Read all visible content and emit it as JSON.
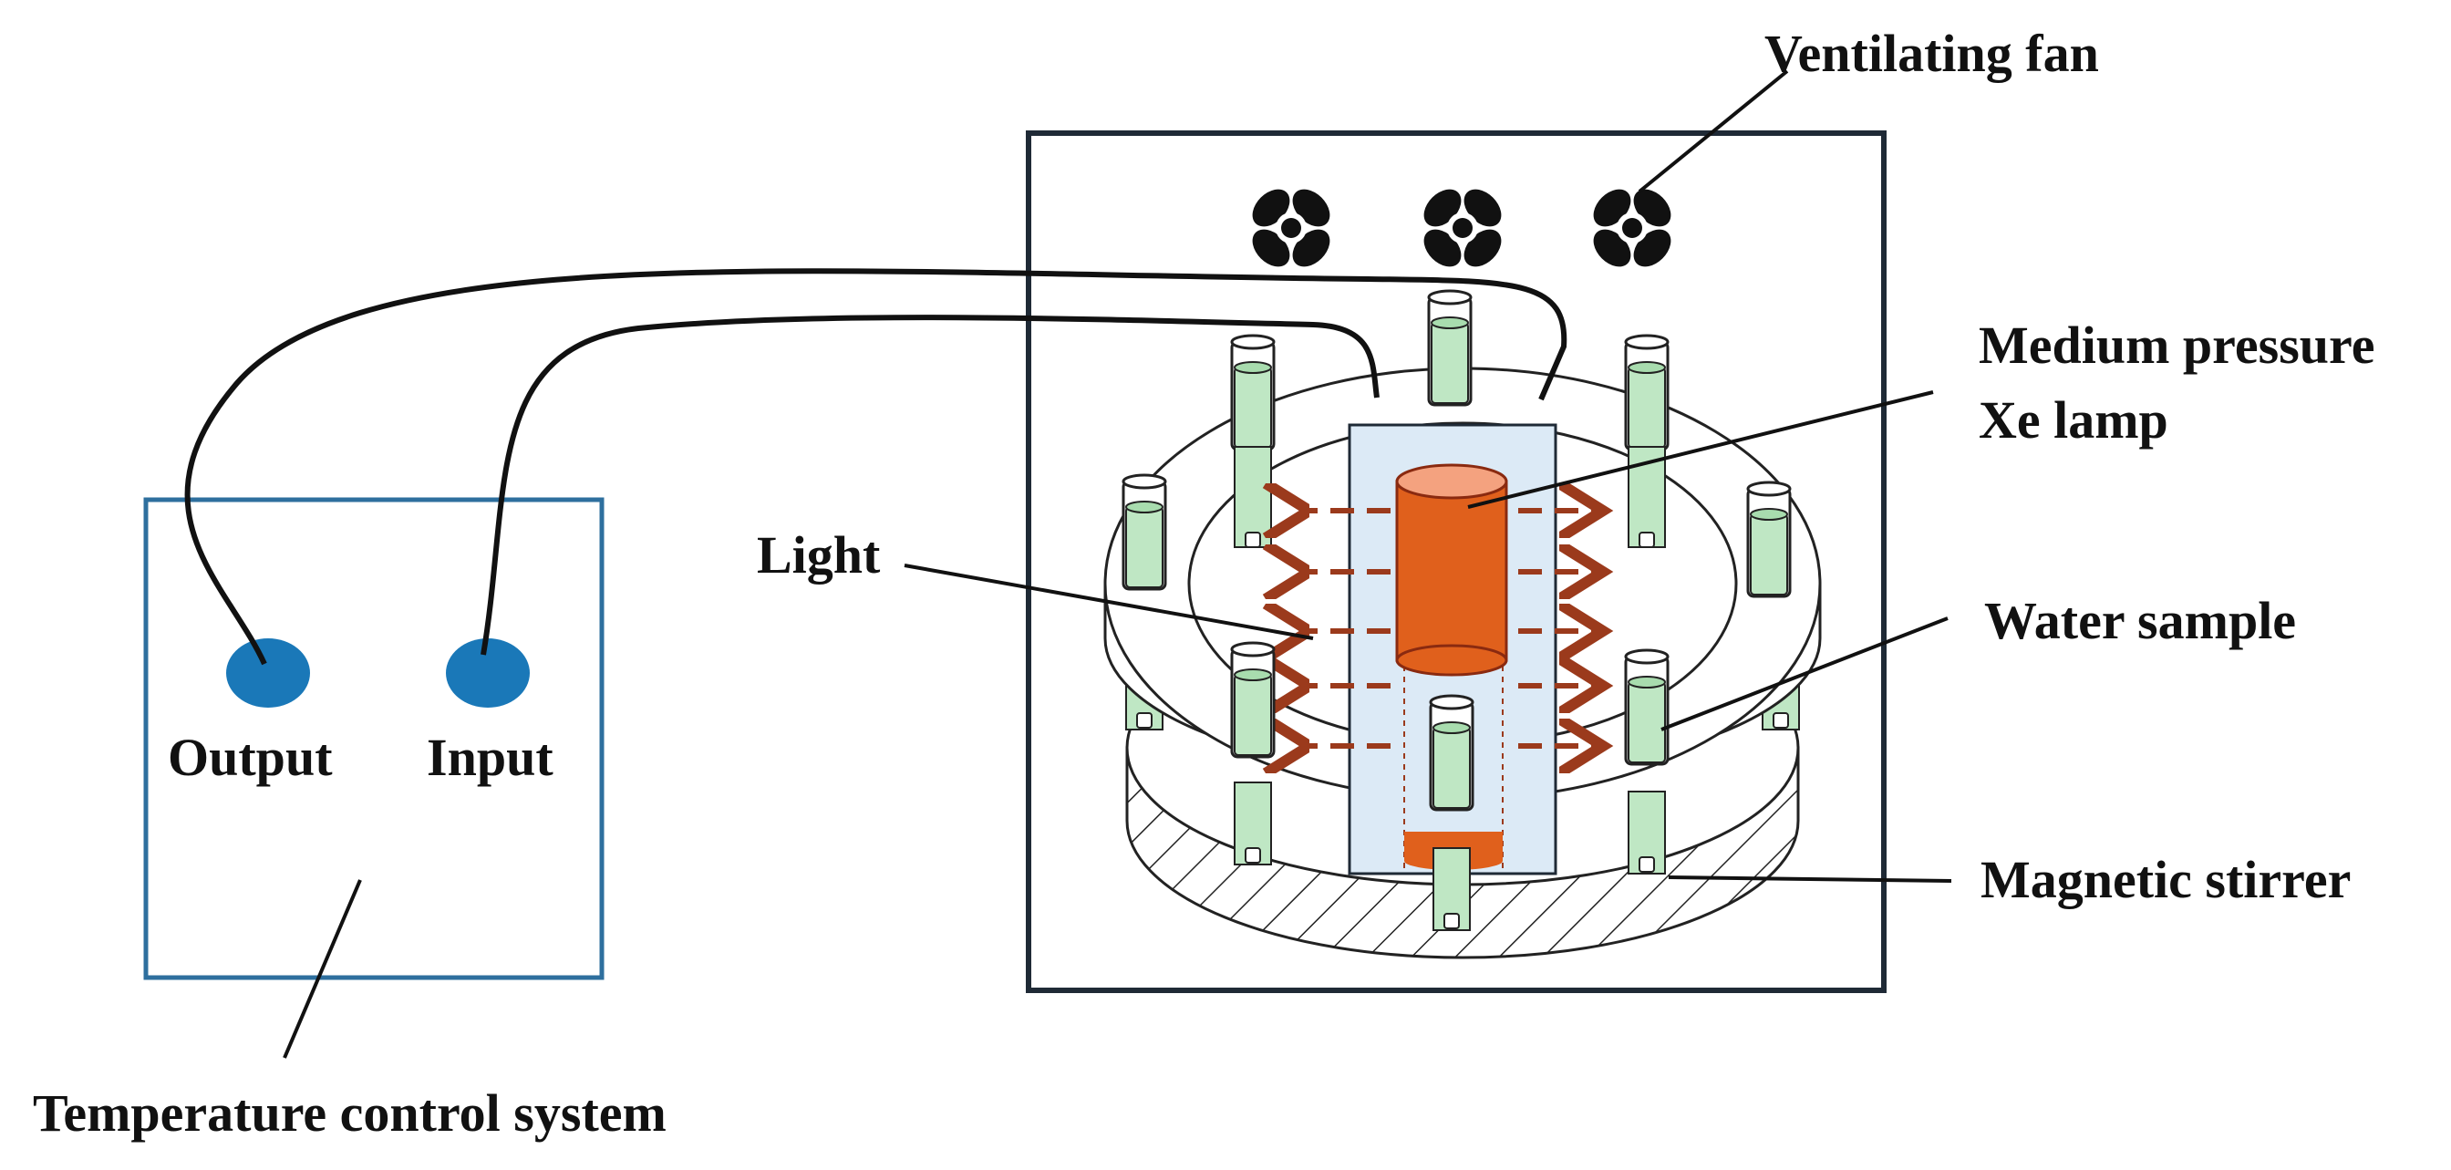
{
  "diagram": {
    "labels": {
      "ventilating_fan": "Ventilating fan",
      "lamp_line1": "Medium pressure",
      "lamp_line2": "Xe lamp",
      "light": "Light",
      "water_sample": "Water sample",
      "magnetic_stirrer": "Magnetic stirrer",
      "output": "Output",
      "input": "Input",
      "temperature_control": "Temperature control system"
    },
    "colors": {
      "frame": "#1f2a36",
      "control_box_border": "#2e6f9e",
      "port_blue": "#1a78b8",
      "lamp_orange": "#e0601c",
      "lamp_top": "#f4a27f",
      "light_arrow": "#9b3a1c",
      "tube_green": "#bfe7c4",
      "tube_liquid": "#a8dcae",
      "sleeve_blue": "#dceaf6"
    },
    "icons": [
      "fan-icon",
      "fan-icon",
      "fan-icon"
    ]
  }
}
